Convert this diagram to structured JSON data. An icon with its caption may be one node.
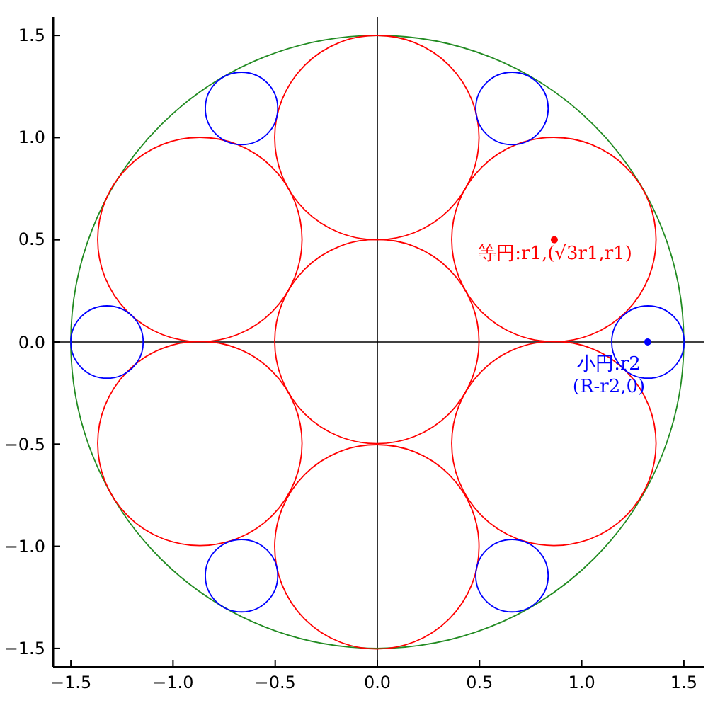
{
  "diagram": {
    "nodes": [
      {
        "text": [],
        "shape": "circle"
      },
      {
        "text": [],
        "shape": "circle",
        "in": 0
      },
      {
        "text": [],
        "shape": "circle",
        "in": 0
      },
      {
        "text": [],
        "shape": "circle",
        "in": 0
      },
      {
        "text": [],
        "shape": "circle",
        "in": 0
      },
      {
        "text": [],
        "shape": "circle",
        "in": 0
      },
      {
        "text": [],
        "shape": "circle",
        "in": 0
      },
      {
        "text": [],
        "shape": "circle",
        "in": 0
      },
      {
        "text": [],
        "shape": "circle",
        "in": 0
      },
      {
        "text": [],
        "shape": "circle",
        "in": 0
      },
      {
        "text": [],
        "shape": "circle",
        "in": 0
      },
      {
        "text": [],
        "shape": "circle",
        "in": 0
      },
      {
        "text": [],
        "shape": "circle",
        "in": 0
      },
      {
        "text": [],
        "shape": "circle",
        "in": 0
      }
    ],
    "edges": [],
    "labels": [
      "1.5",
      "1.0",
      "0.5",
      "0.0",
      "−0.5",
      "−1.0",
      "−1.5",
      "等円:r1,(√3r1,r1)",
      "小円:r2 (R-r2,0)",
      "−1.5",
      "−1.0",
      "−0.5",
      "0.0",
      "0.5",
      "1.0",
      "1.5"
    ]
  }
}
